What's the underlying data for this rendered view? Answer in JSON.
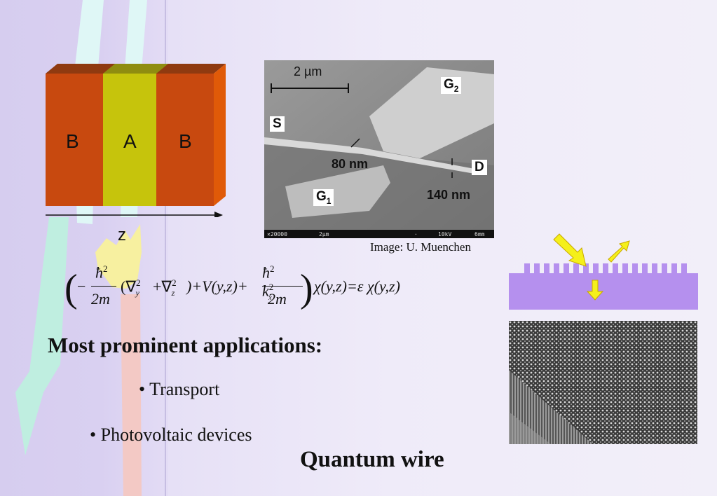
{
  "layer_diagram": {
    "layers": [
      "B",
      "A",
      "B"
    ],
    "axis_label": "z",
    "colors": {
      "outer": "#c8490f",
      "middle": "#c6c40c",
      "top_outer": "#8f3a10",
      "top_middle": "#8f8d10",
      "side": "#e05a08"
    }
  },
  "sem_image": {
    "scale_label": "2 µm",
    "labels": {
      "gate2": "G",
      "gate2_sub": "2",
      "source": "S",
      "drain": "D",
      "gate1": "G",
      "gate1_sub": "1",
      "width1": "80 nm",
      "width2": "140 nm"
    },
    "info_bar": [
      "×20000",
      "2µm",
      "·",
      "10kV",
      "6mm"
    ],
    "caption": "Image: U. Muenchen"
  },
  "equation": {
    "lhs_minus": "−",
    "hbar_sq": "ħ",
    "sup2": "2",
    "two_m": "2m",
    "laplacian": "(∇",
    "y": "y",
    "plus": "+∇",
    "z": "z",
    "close_plus_V": ")+V(y,z)+",
    "kx": "k",
    "x": "x",
    "rhs": "χ(y,z)=ε χ(y,z)"
  },
  "text": {
    "applications_title": "Most prominent applications:",
    "bullet_transport": "• Transport",
    "bullet_photovoltaic": "• Photovoltaic devices",
    "slide_title": "Quantum wire"
  },
  "pv_diagram": {
    "colors": {
      "substrate": "#b590ee",
      "arrow": "#f5f01a"
    }
  }
}
